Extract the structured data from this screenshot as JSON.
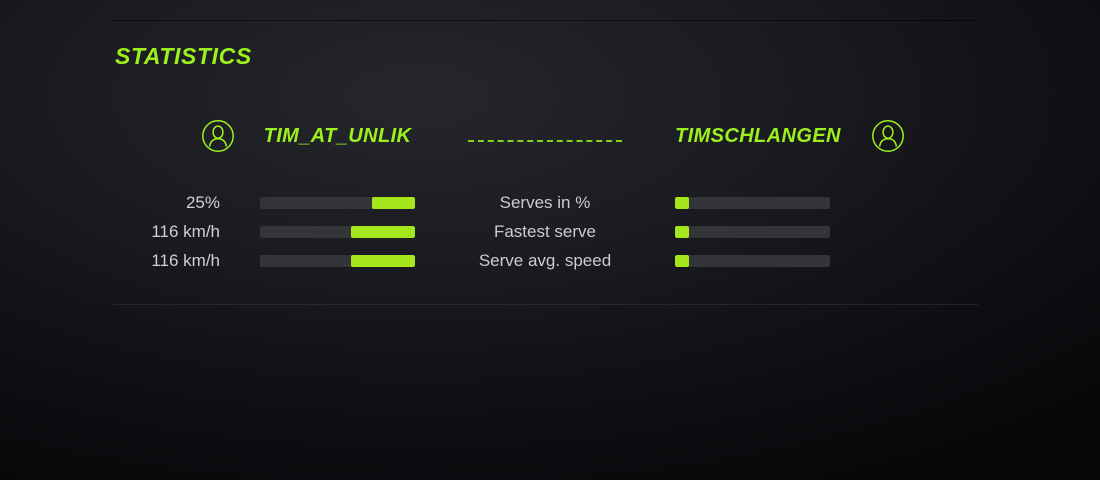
{
  "theme": {
    "accent": "#9cf11d",
    "bar_fill": "#a5e71c",
    "bar_track": "#343539"
  },
  "header": {
    "title": "STATISTICS"
  },
  "players": {
    "left": {
      "name": "TIM_AT_UNLIK",
      "avatar_icon": "user-icon"
    },
    "right": {
      "name": "TIMSCHLANGEN",
      "avatar_icon": "user-icon"
    }
  },
  "stats": {
    "rows": [
      {
        "label": "Serves in %",
        "left_value": "25%",
        "left_fill_pct": 28,
        "right_fill_pct": 9
      },
      {
        "label": "Fastest serve",
        "left_value": "116 km/h",
        "left_fill_pct": 41,
        "right_fill_pct": 9
      },
      {
        "label": "Serve avg. speed",
        "left_value": "116 km/h",
        "left_fill_pct": 41,
        "right_fill_pct": 9
      }
    ]
  }
}
